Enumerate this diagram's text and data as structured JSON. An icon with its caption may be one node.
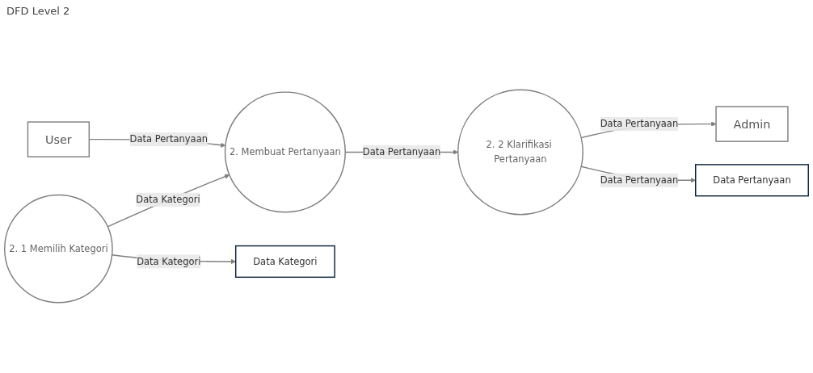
{
  "diagram": {
    "title": "DFD Level 2",
    "nodes": [
      {
        "text": [
          "User"
        ]
      },
      {
        "text": [
          "2. Membuat Pertanyaan"
        ]
      },
      {
        "text": [
          "Admin"
        ]
      },
      {
        "text": [
          "2. 1 Memilih Kategori"
        ]
      },
      {
        "text": [
          "2. 2 Klarifikasi Pertanyaan"
        ]
      },
      {
        "text": [
          "Data Kategori"
        ]
      },
      {
        "text": [
          "Data Pertanyaan"
        ]
      }
    ],
    "edges": [
      {
        "from": 0,
        "to": 1,
        "arrow": "to",
        "label": "Data Pertanyaan"
      },
      {
        "from": 3,
        "to": 1,
        "arrow": "to",
        "label": "Data Kategori"
      },
      {
        "from": 1,
        "to": 4,
        "arrow": "to",
        "label": "Data Pertanyaan"
      },
      {
        "from": 4,
        "to": 2,
        "arrow": "to",
        "label": "Data Pertanyaan"
      },
      {
        "from": 3,
        "to": 5,
        "arrow": "to",
        "label": "Data Kategori"
      },
      {
        "from": 4,
        "to": 6,
        "arrow": "to",
        "label": "Data Pertanyaan"
      }
    ]
  }
}
